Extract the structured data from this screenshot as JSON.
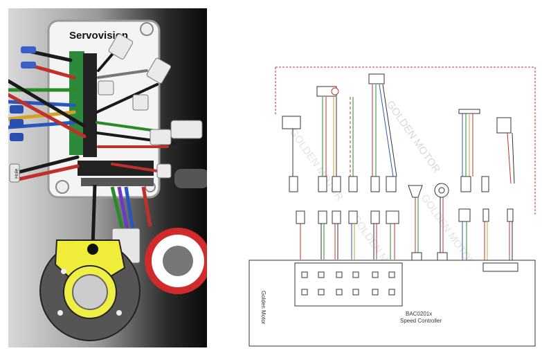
{
  "left_figure": {
    "box_label": "Servovision",
    "connector_label": "Hole"
  },
  "right_figure": {
    "controller_model": "BAC0201x",
    "controller_name": "Speed Controller",
    "brand_label": "Golden Motor",
    "watermark": "GOLDEN MOTOR"
  }
}
